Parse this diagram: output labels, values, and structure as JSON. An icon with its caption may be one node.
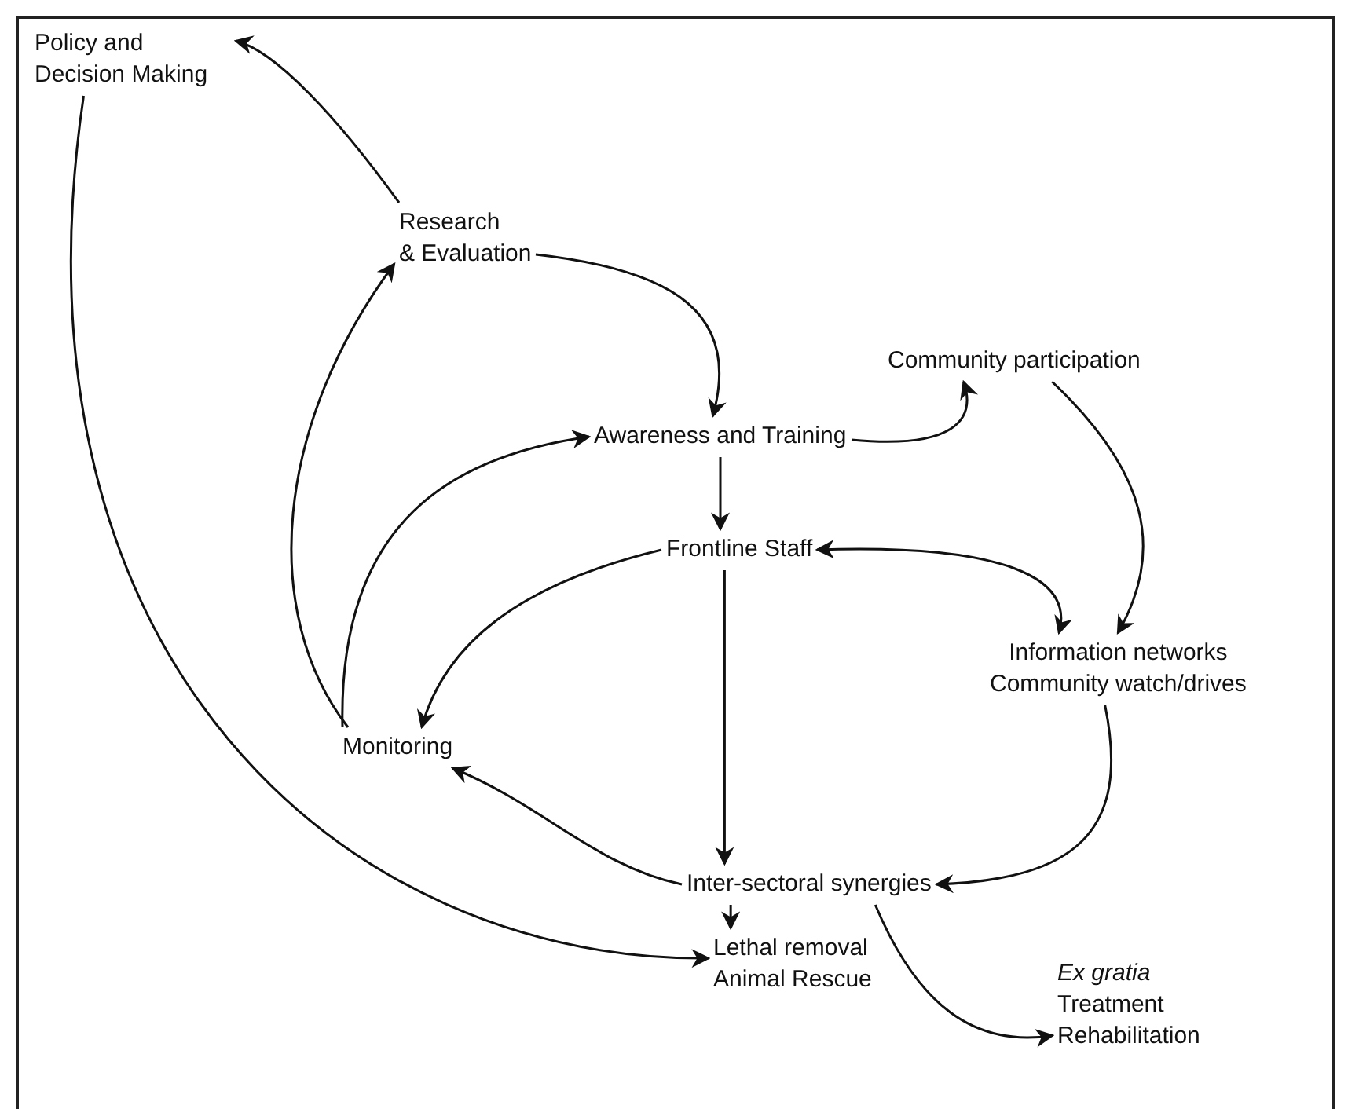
{
  "diagram": {
    "nodes": [
      {
        "text": [
          "Policy and Decision Making"
        ]
      },
      {
        "text": [
          "Research",
          "& Evaluation"
        ]
      },
      {
        "text": [
          "Community participation"
        ]
      },
      {
        "text": [
          "Awareness and Training"
        ]
      },
      {
        "text": [
          "Frontline Staff"
        ]
      },
      {
        "text": [
          "Information networks",
          "Community watch/drives"
        ]
      },
      {
        "text": [
          "Monitoring"
        ]
      },
      {
        "text": [
          "Inter-sectoral synergies"
        ]
      },
      {
        "text": [
          "Lethal removal",
          "Animal Rescue"
        ]
      },
      {
        "text": [
          "*Ex gratia*",
          "Treatment",
          "Rehabilitation"
        ]
      }
    ],
    "edges": [
      {
        "from": 1,
        "to": 0,
        "arrow": "to"
      },
      {
        "from": 0,
        "to": 8,
        "arrow": "to"
      },
      {
        "from": 1,
        "to": 3,
        "arrow": "to"
      },
      {
        "from": 3,
        "to": 2,
        "arrow": "to"
      },
      {
        "from": 3,
        "to": 4,
        "arrow": "to"
      },
      {
        "from": 2,
        "to": 5,
        "arrow": "to"
      },
      {
        "from": 4,
        "to": 5,
        "arrow": "both"
      },
      {
        "from": 4,
        "to": 6,
        "arrow": "to"
      },
      {
        "from": 4,
        "to": 7,
        "arrow": "to"
      },
      {
        "from": 5,
        "to": 7,
        "arrow": "to"
      },
      {
        "from": 7,
        "to": 6,
        "arrow": "to"
      },
      {
        "from": 7,
        "to": 8,
        "arrow": "to"
      },
      {
        "from": 7,
        "to": 9,
        "arrow": "to"
      },
      {
        "from": 6,
        "to": 1,
        "arrow": "to"
      },
      {
        "from": 6,
        "to": 3,
        "arrow": "to"
      }
    ]
  }
}
